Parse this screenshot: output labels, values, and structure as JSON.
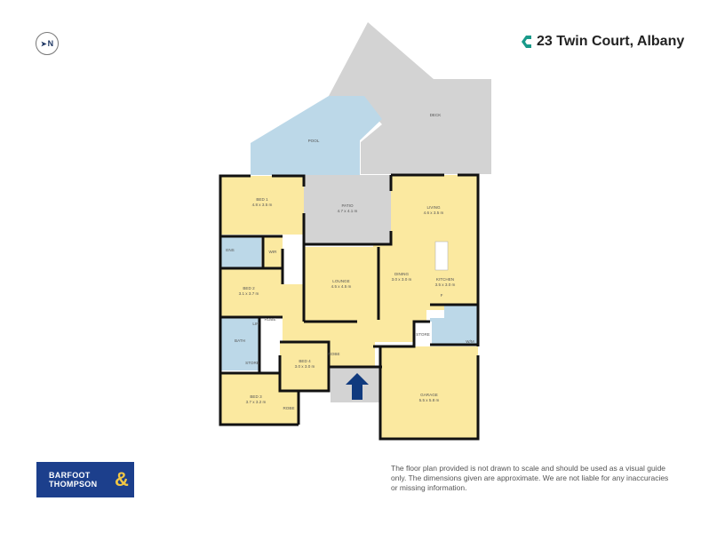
{
  "header": {
    "address": "23 Twin Court, Albany",
    "compass_label": "N",
    "brand_icon": "c-logo-icon"
  },
  "colors": {
    "room": "#fbe9a0",
    "wet_area": "#bcd8e8",
    "outdoor": "#d3d3d3",
    "pool": "#bcd8e8",
    "wall": "#111111",
    "arrow": "#103a7e",
    "brand_bg": "#1c3f8c",
    "brand_accent": "#f2c744",
    "logo": "#1a9a8a"
  },
  "rooms": {
    "pool": {
      "name": "POOL"
    },
    "deck": {
      "name": "DECK"
    },
    "bed1": {
      "name": "BED 1",
      "size": "4.8 x 3.5 m"
    },
    "patio": {
      "name": "PATIO",
      "size": "4.7 x 4.1 m"
    },
    "living": {
      "name": "LIVING",
      "size": "4.6 x 3.5 m"
    },
    "ens": {
      "name": "ENS"
    },
    "wir": {
      "name": "WIR"
    },
    "lounge": {
      "name": "LOUNGE",
      "size": "4.5 x 4.5 m"
    },
    "dining": {
      "name": "DINING",
      "size": "3.0 x 3.0 m"
    },
    "kitchen": {
      "name": "KITCHEN",
      "size": "3.5 x 3.0 m"
    },
    "bed2": {
      "name": "BED 2",
      "size": "3.1 x 3.7 m"
    },
    "robe1": {
      "name": "ROBE"
    },
    "lin": {
      "name": "LIN"
    },
    "bath": {
      "name": "BATH"
    },
    "store1": {
      "name": "STORE"
    },
    "bed4": {
      "name": "BED 4",
      "size": "3.0 x 3.0 m"
    },
    "robe2": {
      "name": "ROBE"
    },
    "store2": {
      "name": "STORE"
    },
    "wm": {
      "name": "W/M"
    },
    "garage": {
      "name": "GARAGE",
      "size": "5.5 x 5.8 m"
    },
    "bed3": {
      "name": "BED 3",
      "size": "3.7 x 3.2 m"
    },
    "robe3": {
      "name": "ROBE"
    },
    "fridge": {
      "name": "F"
    }
  },
  "footer": {
    "brand_line1": "BARFOOT",
    "brand_line2": "THOMPSON",
    "brand_amp": "&",
    "disclaimer": "The floor plan provided is not drawn to scale and should be used as a visual guide only. The dimensions given are approximate. We are not liable for any inaccuracies or missing information."
  }
}
